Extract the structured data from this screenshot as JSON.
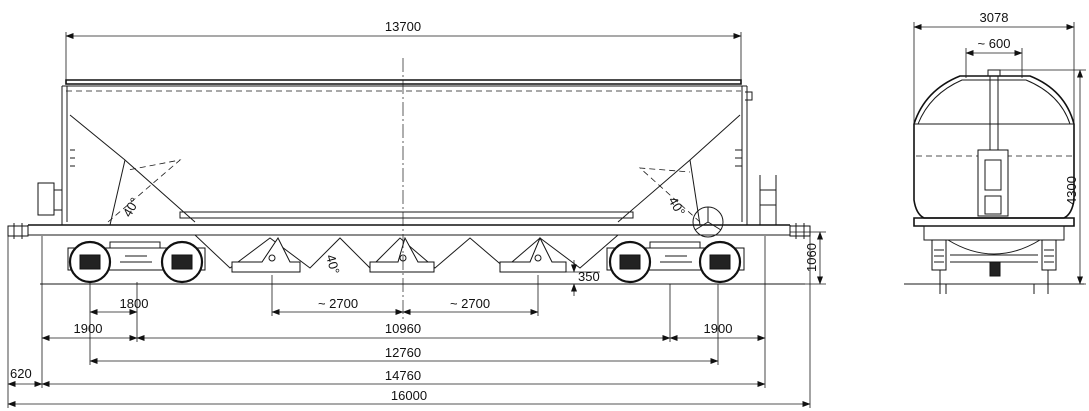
{
  "side_view": {
    "dimensions": {
      "top_length": "13700",
      "axle_base": "1800",
      "hatch_left": "~ 2700",
      "hatch_right": "~ 2700",
      "bogie_left": "1900",
      "bogie_center": "10960",
      "bogie_right": "1900",
      "pivot_base": "12760",
      "coupler_offset": "620",
      "over_frame": "14760",
      "overall_length": "16000",
      "hatch_height": "350",
      "coupler_height": "1060"
    },
    "angles": {
      "left_slope": "40°",
      "hopper_slope": "40°",
      "right_slope": "40°"
    }
  },
  "end_view": {
    "dimensions": {
      "width": "3078",
      "walkway": "~ 600",
      "height": "4300"
    }
  }
}
